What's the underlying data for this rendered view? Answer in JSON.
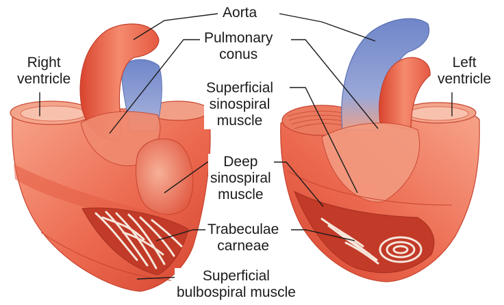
{
  "labels": {
    "aorta": "Aorta",
    "pulmonary_conus": [
      "Pulmonary",
      "conus"
    ],
    "right_ventricle": [
      "Right",
      "ventricle"
    ],
    "left_ventricle": [
      "Left",
      "ventricle"
    ],
    "superficial_sinospiral": [
      "Superficial",
      "sinospiral",
      "muscle"
    ],
    "deep_sinospiral": [
      "Deep",
      "sinospiral",
      "muscle"
    ],
    "trabeculae_carneae": [
      "Trabeculae",
      "carneae"
    ],
    "superficial_bulbospiral": [
      "Superficial",
      "bulbospiral muscle"
    ]
  },
  "colors": {
    "muscle": "#e8604a",
    "muscle_light": "#f5a48c",
    "muscle_dark": "#c9402e",
    "vessel_blue": "#6f86c9",
    "trabeculae": "#f7e7dc",
    "leader_line": "#1a1a1a"
  }
}
